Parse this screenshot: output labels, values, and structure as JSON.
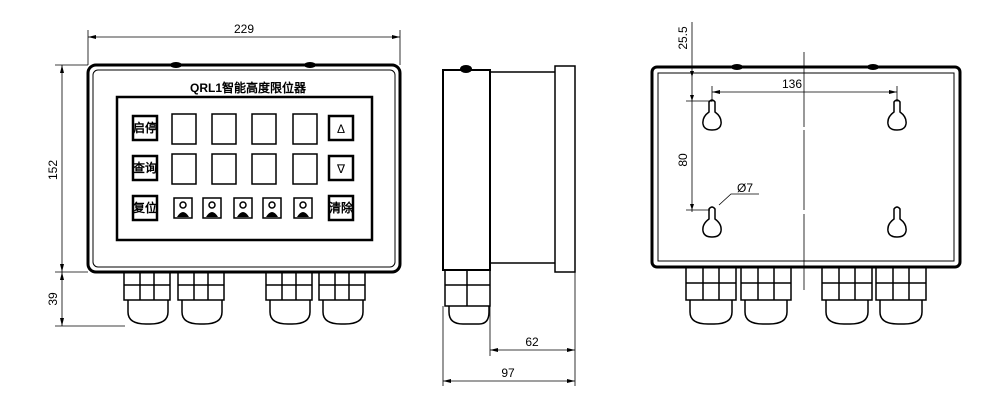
{
  "front_view": {
    "title": "QRL1智能高度限位器",
    "left_buttons": [
      "启停",
      "查询",
      "复位"
    ],
    "right_buttons": [
      "Δ",
      "∇",
      "清除"
    ],
    "dimensions": {
      "width": "229",
      "height": "152",
      "gland_height": "39"
    }
  },
  "side_view": {
    "dimensions": {
      "depth_body": "62",
      "depth_total": "97"
    }
  },
  "rear_view": {
    "dimensions": {
      "top_offset": "25.5",
      "hole_spacing_h": "136",
      "hole_spacing_v": "80",
      "hole_diameter": "Ø7"
    }
  }
}
